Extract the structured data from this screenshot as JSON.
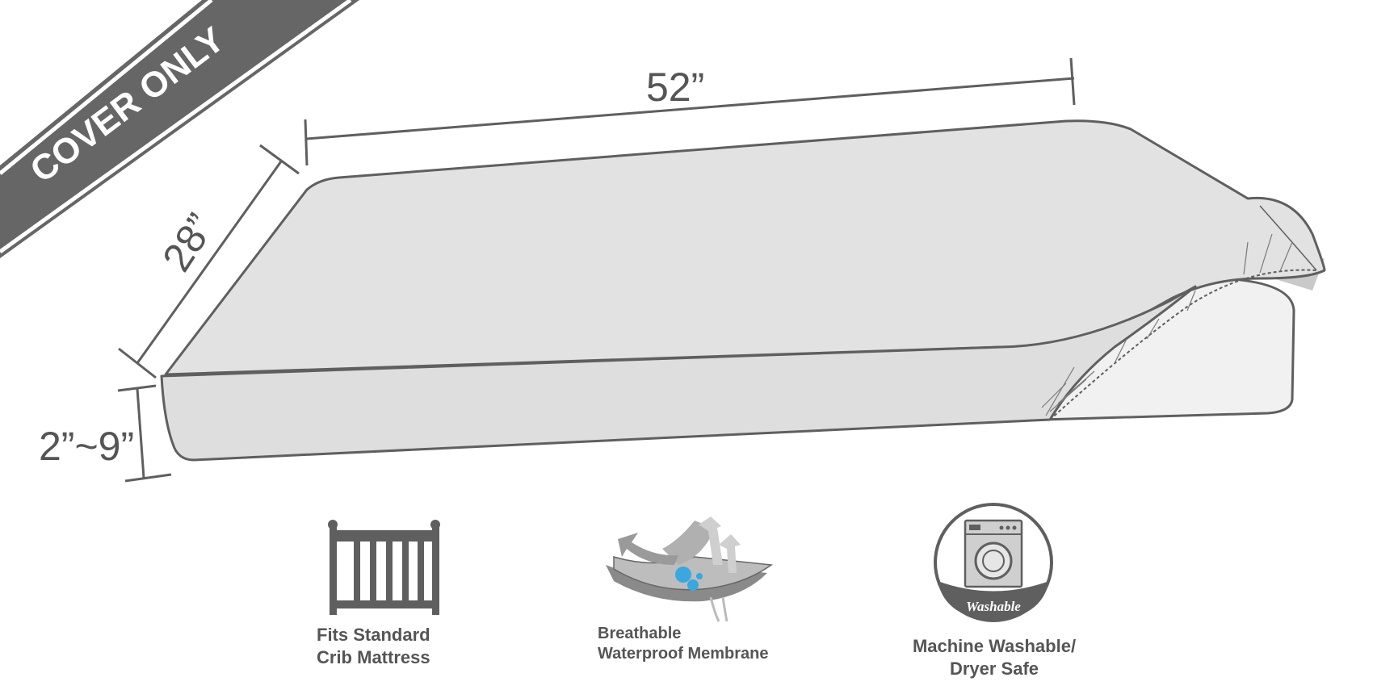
{
  "banner": {
    "text": "COVER ONLY"
  },
  "dimensions": {
    "length": "52”",
    "width": "28”",
    "depth": "2”~9”"
  },
  "features": [
    {
      "icon": "crib-icon",
      "line1": "Fits Standard",
      "line2": "Crib Mattress"
    },
    {
      "icon": "breathable-membrane-icon",
      "line1": "Breathable",
      "line2": "Waterproof Membrane"
    },
    {
      "icon": "washing-machine-icon",
      "badge": "Washable",
      "line1": "Machine Washable/",
      "line2": "Dryer Safe"
    }
  ],
  "colors": {
    "outline": "#5f5f5f",
    "mattress": "#e2e2e2",
    "banner": "#666666",
    "text": "#555555"
  }
}
